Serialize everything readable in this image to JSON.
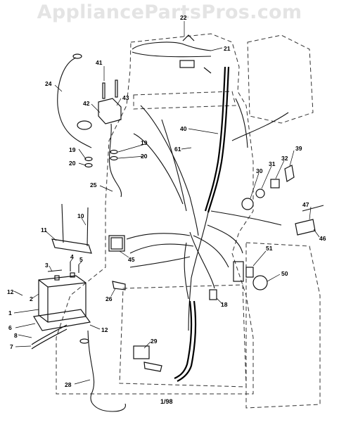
{
  "watermark": "AppliancePartsPros.com",
  "footer_code": "1/98",
  "callouts": [
    {
      "label": "22"
    },
    {
      "label": "21"
    },
    {
      "label": "24"
    },
    {
      "label": "41"
    },
    {
      "label": "42"
    },
    {
      "label": "43"
    },
    {
      "label": "40"
    },
    {
      "label": "19"
    },
    {
      "label": "20"
    },
    {
      "label": "19"
    },
    {
      "label": "20"
    },
    {
      "label": "61"
    },
    {
      "label": "39"
    },
    {
      "label": "30"
    },
    {
      "label": "31"
    },
    {
      "label": "32"
    },
    {
      "label": "25"
    },
    {
      "label": "47"
    },
    {
      "label": "46"
    },
    {
      "label": "10"
    },
    {
      "label": "11"
    },
    {
      "label": "45"
    },
    {
      "label": "51"
    },
    {
      "label": "3"
    },
    {
      "label": "4"
    },
    {
      "label": "5"
    },
    {
      "label": "50"
    },
    {
      "label": "12"
    },
    {
      "label": "2"
    },
    {
      "label": "26"
    },
    {
      "label": "18"
    },
    {
      "label": "1"
    },
    {
      "label": "6"
    },
    {
      "label": "8"
    },
    {
      "label": "12"
    },
    {
      "label": "7"
    },
    {
      "label": "29"
    },
    {
      "label": "28"
    }
  ]
}
